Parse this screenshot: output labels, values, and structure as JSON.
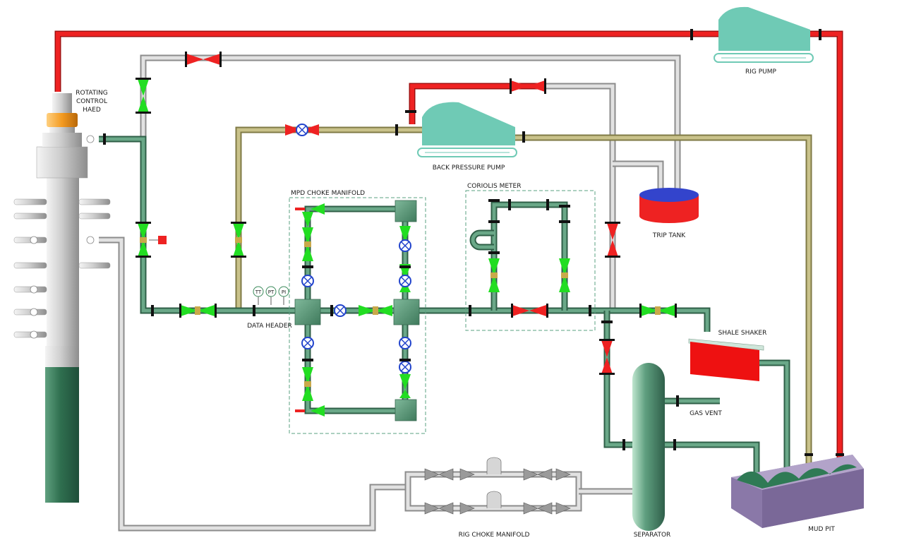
{
  "labels": {
    "rcd_line1": "ROTATING",
    "rcd_line2": "CONTROL",
    "rcd_line3": "HAED",
    "rig_pump": "RIG PUMP",
    "back_pressure_pump": "BACK PRESSURE PUMP",
    "trip_tank": "TRIP TANK",
    "mpd_choke_manifold": "MPD CHOKE MANIFOLD",
    "coriolis_meter": "CORIOLIS METER",
    "data_header": "DATA HEADER",
    "shale_shaker": "SHALE SHAKER",
    "gas_vent": "GAS VENT",
    "separator": "SEPARATOR",
    "mud_pit": "MUD PIT",
    "rig_choke_manifold": "RIG CHOKE MANIFOLD"
  },
  "gauges": {
    "tt": "TT",
    "pt": "PT",
    "pi": "PI"
  },
  "colors": {
    "pipe_red": "#ee2222",
    "pipe_grey": "#c9c9c9",
    "pipe_green": "#5f9f7f",
    "pipe_olive": "#b7b07a",
    "pump": "#6fcab5",
    "valve_green": "#22dd22",
    "valve_red": "#ee2222",
    "valve_blue": "#2244cc",
    "trip_tank_top": "#3344cc",
    "mud_pit": "#8a78a8"
  }
}
